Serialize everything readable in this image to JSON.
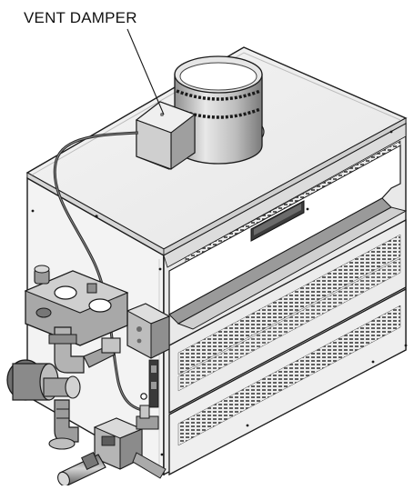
{
  "labels": {
    "vent_damper": "VENT DAMPER"
  },
  "colors": {
    "outline": "#1a1a1a",
    "panel_light": "#f2f2f2",
    "panel_mid": "#d9d9d9",
    "panel_dark": "#9a9a9a",
    "pipe": "#8c8c8c",
    "background": "#ffffff"
  },
  "icons": {
    "nameplate": "manufacturer-logo-plate",
    "damper": "vent-damper-actuator-box",
    "pump": "circulator-pump",
    "gas_valve": "gas-valve"
  }
}
